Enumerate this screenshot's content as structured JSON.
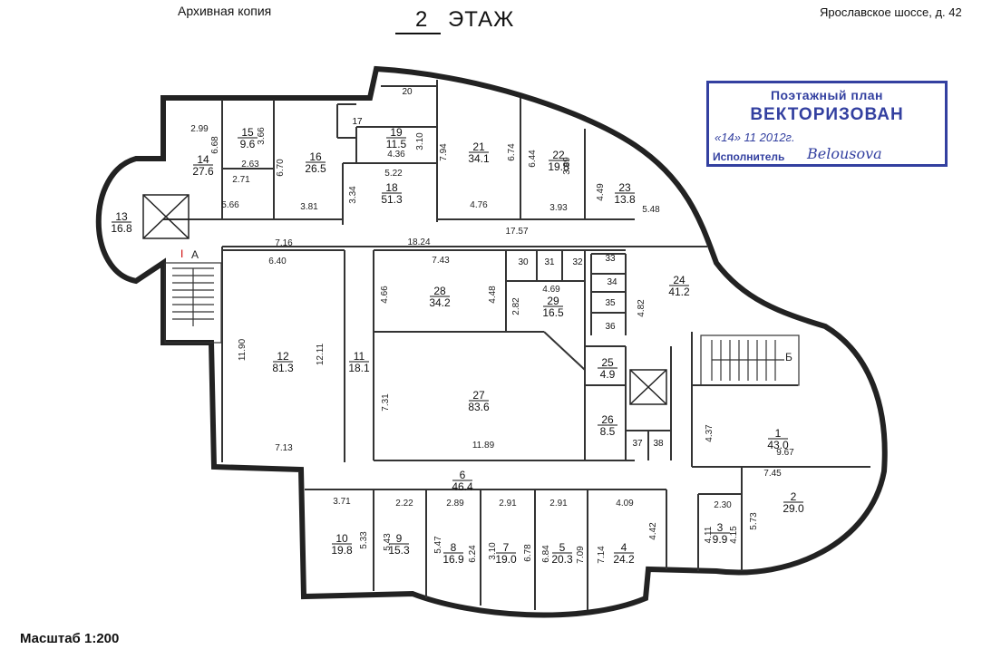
{
  "header": {
    "archive_label": "Архивная копия",
    "floor_number": "2",
    "floor_word": "ЭТАЖ",
    "address": "Ярославское шоссе, д. 42"
  },
  "footer": {
    "scale": "Масштаб 1:200"
  },
  "stamp": {
    "line1": "Поэтажный план",
    "line2": "ВЕКТОРИЗОВАН",
    "date_line": "«14»        11        2012г.",
    "executor_label": "Исполнитель",
    "signature": "Belousova"
  },
  "stair_labels": {
    "a": "А",
    "a_mark": "I",
    "b": "Б"
  },
  "rooms": [
    {
      "id": "1",
      "area": "43.0"
    },
    {
      "id": "2",
      "area": "29.0"
    },
    {
      "id": "3",
      "area": "9.9"
    },
    {
      "id": "4",
      "area": "24.2"
    },
    {
      "id": "5",
      "area": "20.3"
    },
    {
      "id": "6",
      "area": "46.4"
    },
    {
      "id": "7",
      "area": "19.0"
    },
    {
      "id": "8",
      "area": "16.9"
    },
    {
      "id": "9",
      "area": "15.3"
    },
    {
      "id": "10",
      "area": "19.8"
    },
    {
      "id": "11",
      "area": "18.1"
    },
    {
      "id": "12",
      "area": "81.3"
    },
    {
      "id": "13",
      "area": "16.8"
    },
    {
      "id": "14",
      "area": "27.6"
    },
    {
      "id": "15",
      "area": "9.6"
    },
    {
      "id": "16",
      "area": "26.5"
    },
    {
      "id": "17",
      "area": ""
    },
    {
      "id": "18",
      "area": "51.3"
    },
    {
      "id": "19",
      "area": "11.5"
    },
    {
      "id": "20",
      "area": ""
    },
    {
      "id": "21",
      "area": "34.1"
    },
    {
      "id": "22",
      "area": "19.8"
    },
    {
      "id": "23",
      "area": "13.8"
    },
    {
      "id": "24",
      "area": "41.2"
    },
    {
      "id": "25",
      "area": "4.9"
    },
    {
      "id": "26",
      "area": "8.5"
    },
    {
      "id": "27",
      "area": "83.6"
    },
    {
      "id": "28",
      "area": "34.2"
    },
    {
      "id": "29",
      "area": "16.5"
    },
    {
      "id": "30",
      "area": ""
    },
    {
      "id": "31",
      "area": ""
    },
    {
      "id": "32",
      "area": ""
    },
    {
      "id": "33",
      "area": ""
    },
    {
      "id": "34",
      "area": ""
    },
    {
      "id": "35",
      "area": ""
    },
    {
      "id": "36",
      "area": ""
    },
    {
      "id": "37",
      "area": ""
    },
    {
      "id": "38",
      "area": ""
    }
  ],
  "dimensions": {
    "d_2_99": "2.99",
    "d_6_68": "6.68",
    "d_3_66": "3.66",
    "d_2_63": "2.63",
    "d_2_71": "2.71",
    "d_6_70": "6.70",
    "d_3_81": "3.81",
    "d_5_66": "5.66",
    "d_3_10": "3.10",
    "d_4_36": "4.36",
    "d_5_22": "5.22",
    "d_3_34": "3.34",
    "d_7_94": "7.94",
    "d_6_74": "6.74",
    "d_6_44": "6.44",
    "d_3_89": "3.89",
    "d_4_49": "4.49",
    "d_4_76": "4.76",
    "d_3_93": "3.93",
    "d_5_48": "5.48",
    "d_17_57": "17.57",
    "d_18_24": "18.24",
    "d_7_16": "7.16",
    "d_6_40": "6.40",
    "d_7_43": "7.43",
    "d_4_66": "4.66",
    "d_4_48": "4.48",
    "d_4_69": "4.69",
    "d_2_82": "2.82",
    "d_4_82": "4.82",
    "d_11_90": "11.90",
    "d_12_11": "12.11",
    "d_7_13": "7.13",
    "d_7_31": "7.31",
    "d_11_89": "11.89",
    "d_4_37": "4.37",
    "d_9_67": "9.67",
    "d_7_45": "7.45",
    "d_3_71": "3.71",
    "d_2_22": "2.22",
    "d_2_89": "2.89",
    "d_2_91a": "2.91",
    "d_2_91b": "2.91",
    "d_4_09": "4.09",
    "d_2_30": "2.30",
    "d_5_33": "5.33",
    "d_5_43": "5.43",
    "d_5_47": "5.47",
    "d_6_24": "6.24",
    "d_3_10b": "3.10",
    "d_6_78": "6.78",
    "d_6_84": "6.84",
    "d_7_09": "7.09",
    "d_7_14": "7.14",
    "d_4_42": "4.42",
    "d_4_11": "4.11",
    "d_4_15": "4.15",
    "d_5_73": "5.73"
  }
}
